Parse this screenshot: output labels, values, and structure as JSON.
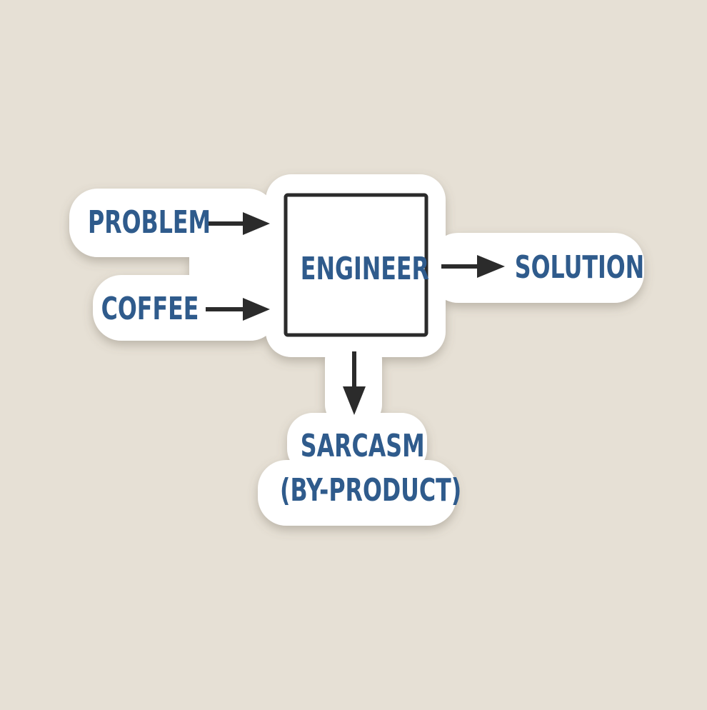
{
  "nodes": {
    "problem": "PROBLEM",
    "coffee": "COFFEE",
    "engineer": "ENGINEER",
    "solution": "SOLUTION",
    "sarcasm": "SARCASM",
    "byproduct": "(BY-PRODUCT)"
  },
  "edges": [
    {
      "from": "problem",
      "to": "engineer"
    },
    {
      "from": "coffee",
      "to": "engineer"
    },
    {
      "from": "engineer",
      "to": "solution"
    },
    {
      "from": "engineer",
      "to": "sarcasm"
    }
  ],
  "colors": {
    "background": "#e6e0d5",
    "sticker": "#ffffff",
    "text": "#2f5b8c",
    "lines": "#2b2b2b"
  }
}
